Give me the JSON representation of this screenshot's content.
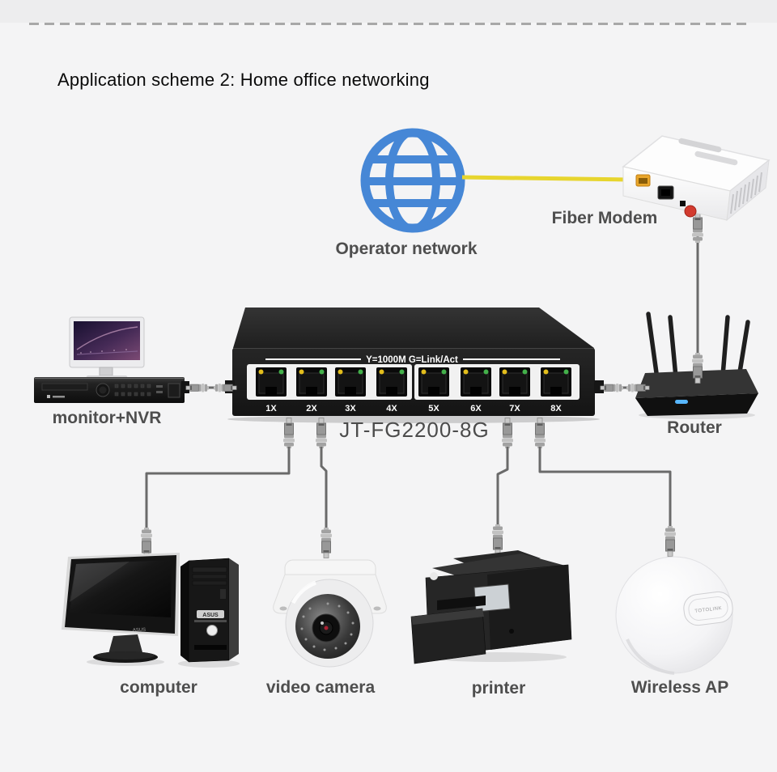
{
  "page": {
    "bg_color": "#f4f4f5",
    "dash_color": "#a8a8a8"
  },
  "header": {
    "title": "Application scheme 2: Home office networking"
  },
  "labels": {
    "operator_network": "Operator network",
    "fiber_modem": "Fiber Modem",
    "router": "Router",
    "switch_model": "JT-FG2200-8G",
    "monitor_nvr": "monitor+NVR",
    "computer": "computer",
    "video_camera": "video camera",
    "printer": "printer",
    "wireless_ap": "Wireless AP"
  },
  "switch": {
    "panel_text": "Y=1000M G=Link/Act",
    "ports": [
      "1X",
      "2X",
      "3X",
      "4X",
      "5X",
      "6X",
      "7X",
      "8X"
    ],
    "led_left_color": "#e2bd1c",
    "led_right_color": "#43b04a"
  },
  "devices": {
    "computer_brand": "ASUS",
    "ap_badge": "TOTOLINK"
  },
  "colors": {
    "globe_blue": "#4687d6",
    "fiber_cable_yellow": "#e7d52e",
    "ethernet_cable_gray": "#6a6a6a"
  }
}
